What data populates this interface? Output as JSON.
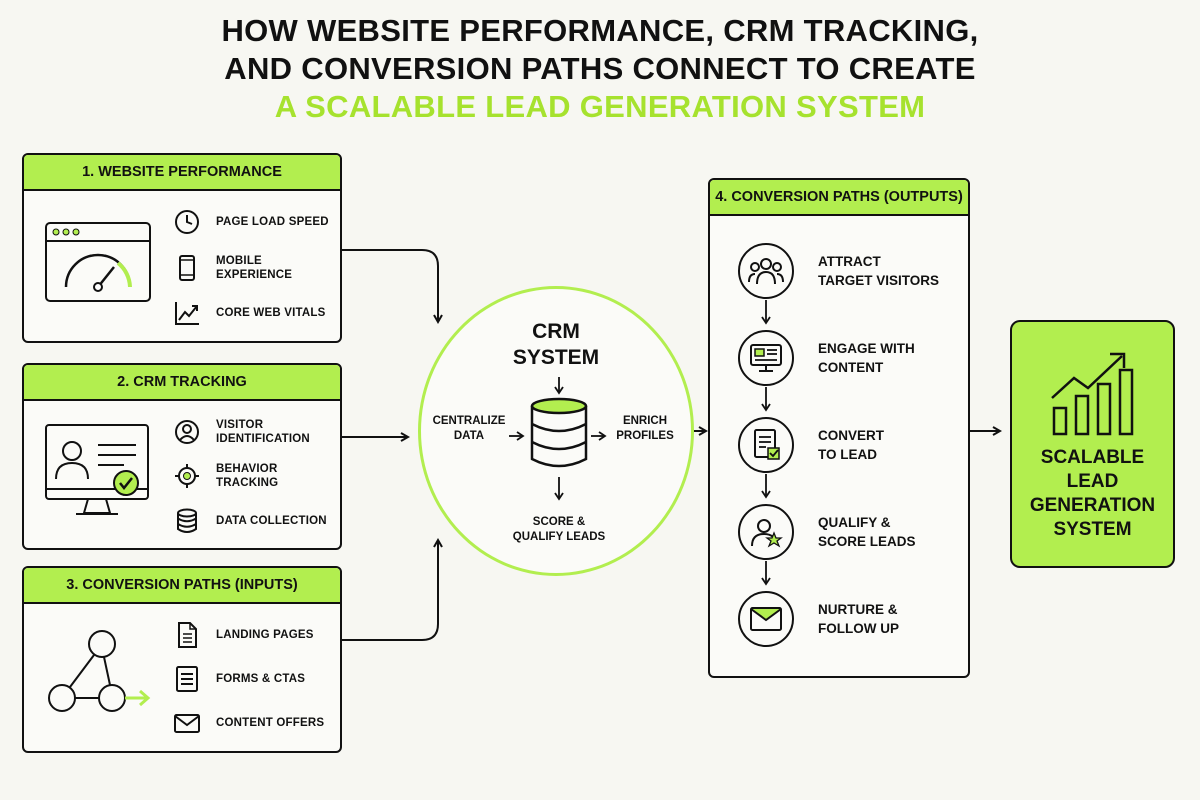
{
  "title": {
    "line1": "HOW WEBSITE PERFORMANCE, CRM TRACKING,",
    "line2": "AND CONVERSION PATHS CONNECT TO CREATE",
    "line3": "A SCALABLE LEAD GENERATION SYSTEM"
  },
  "colors": {
    "accent": "#b2ee4f",
    "title_accent": "#a6e22e",
    "ink": "#111111",
    "background": "#f7f7f2"
  },
  "panel1": {
    "header": "1. WEBSITE PERFORMANCE",
    "illustration_icon": "speedometer-browser-icon",
    "items": [
      {
        "icon": "clock-icon",
        "label": "PAGE LOAD SPEED"
      },
      {
        "icon": "mobile-phone-icon",
        "label": "MOBILE EXPERIENCE"
      },
      {
        "icon": "trend-chart-icon",
        "label": "CORE WEB VITALS"
      }
    ]
  },
  "panel2": {
    "header": "2. CRM TRACKING",
    "illustration_icon": "monitor-profile-check-icon",
    "items": [
      {
        "icon": "user-circle-icon",
        "label_line1": "VISITOR",
        "label_line2": "IDENTIFICATION"
      },
      {
        "icon": "crosshair-icon",
        "label": "BEHAVIOR TRACKING"
      },
      {
        "icon": "database-icon",
        "label": "DATA COLLECTION"
      }
    ]
  },
  "panel3": {
    "header": "3. CONVERSION PATHS (INPUTS)",
    "illustration_icon": "branching-path-icon",
    "items": [
      {
        "icon": "document-icon",
        "label": "LANDING PAGES"
      },
      {
        "icon": "form-icon",
        "label": "FORMS & CTAS"
      },
      {
        "icon": "envelope-icon",
        "label": "CONTENT OFFERS"
      }
    ]
  },
  "crm": {
    "title_line1": "CRM",
    "title_line2": "SYSTEM",
    "left_line1": "CENTRALIZE",
    "left_line2": "DATA",
    "right_line1": "ENRICH",
    "right_line2": "PROFILES",
    "bottom_line1": "SCORE &",
    "bottom_line2": "QUALIFY LEADS",
    "center_icon": "database-icon"
  },
  "panel4": {
    "header": "4. CONVERSION PATHS (OUTPUTS)",
    "steps": [
      {
        "icon": "people-group-icon",
        "line1": "ATTRACT",
        "line2": "TARGET VISITORS"
      },
      {
        "icon": "monitor-content-icon",
        "line1": "ENGAGE WITH",
        "line2": "CONTENT"
      },
      {
        "icon": "form-check-icon",
        "line1": "CONVERT",
        "line2": "TO LEAD"
      },
      {
        "icon": "user-star-icon",
        "line1": "QUALIFY &",
        "line2": "SCORE LEADS"
      },
      {
        "icon": "envelope-icon",
        "line1": "NURTURE &",
        "line2": "FOLLOW UP"
      }
    ]
  },
  "final": {
    "icon": "growth-bar-chart-icon",
    "line1": "SCALABLE",
    "line2": "LEAD",
    "line3": "GENERATION",
    "line4": "SYSTEM"
  }
}
